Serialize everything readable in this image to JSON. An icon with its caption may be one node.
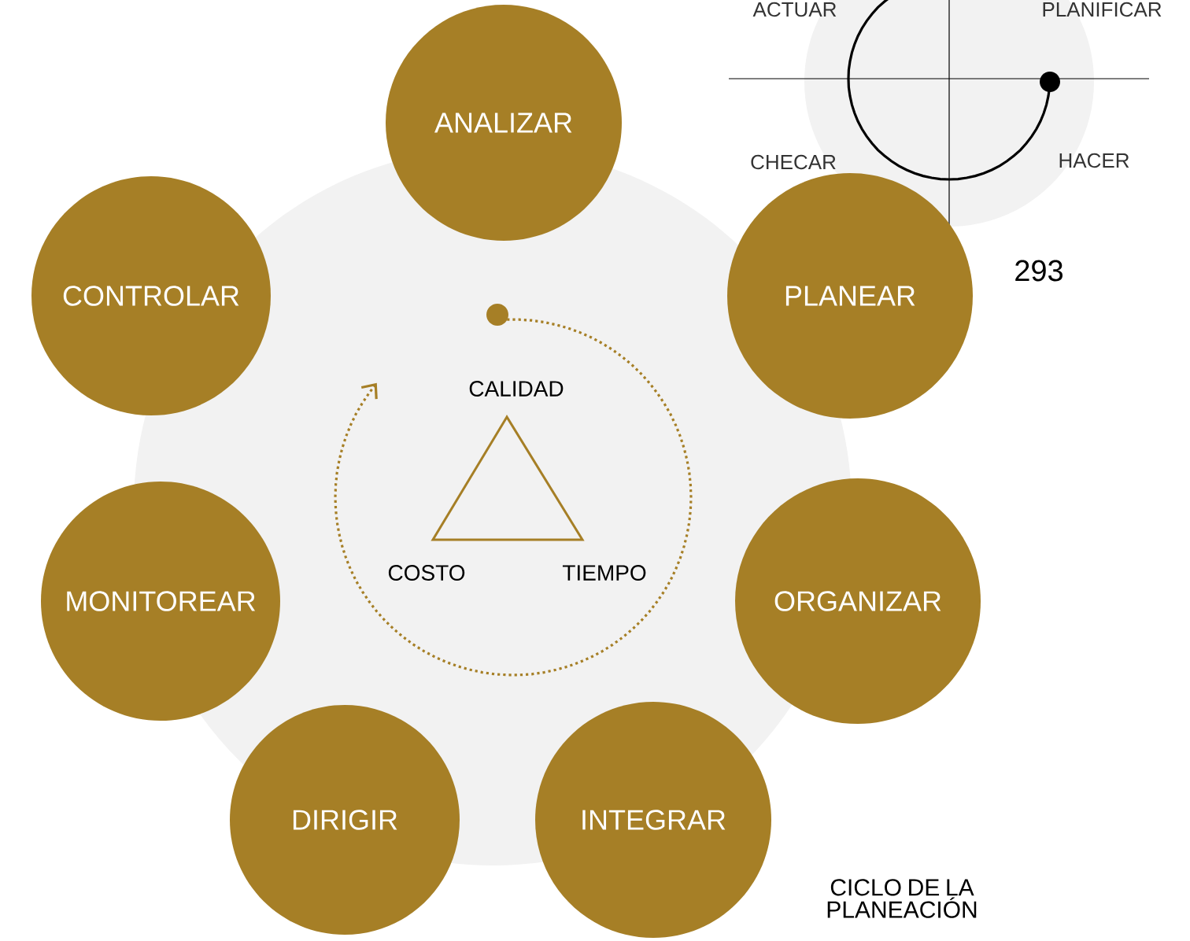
{
  "diagram": {
    "caption": "CICLO DE LA PLANEACIÓN",
    "nodes": [
      {
        "text": [
          "ANALIZAR"
        ]
      },
      {
        "text": [
          "PLANEAR"
        ]
      },
      {
        "text": [
          "ORGANIZAR"
        ]
      },
      {
        "text": [
          "INTEGRAR"
        ]
      },
      {
        "text": [
          "DIRIGIR"
        ]
      },
      {
        "text": [
          "MONITOREAR"
        ]
      },
      {
        "text": [
          "CONTROLAR"
        ]
      }
    ],
    "labels": [
      "ACTUAR",
      "PLANIFICAR",
      "CHECAR",
      "HACER",
      "293",
      "CALIDAD",
      "COSTO",
      "TIEMPO"
    ]
  }
}
